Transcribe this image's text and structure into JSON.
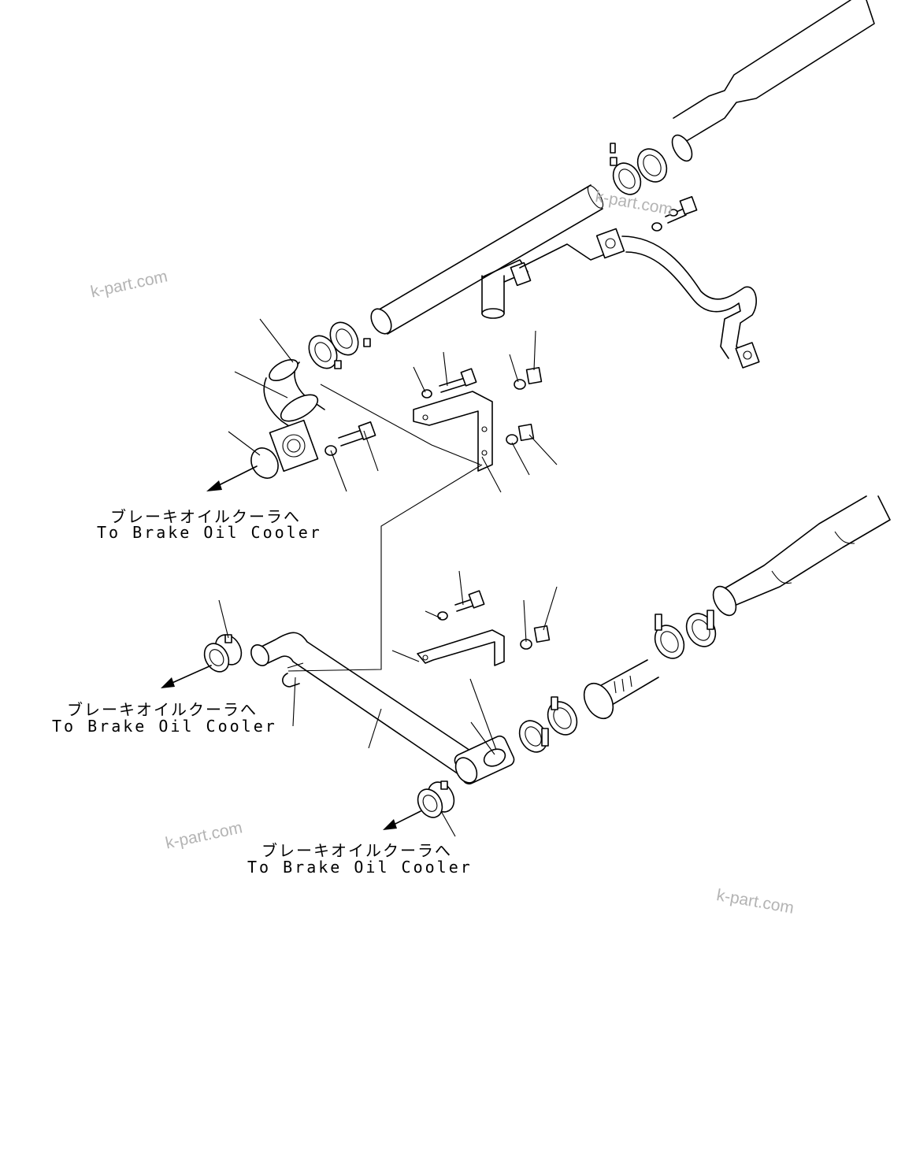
{
  "labels": [
    {
      "ja": "ブレーキオイルクーラへ",
      "en": "To Brake Oil Cooler"
    },
    {
      "ja": "ブレーキオイルクーラへ",
      "en": "To Brake Oil Cooler"
    },
    {
      "ja": "ブレーキオイルクーラへ",
      "en": "To Brake Oil Cooler"
    }
  ],
  "watermarks": [
    "k-part.com",
    "k-part.com",
    "k-part.com",
    "k-part.com"
  ]
}
